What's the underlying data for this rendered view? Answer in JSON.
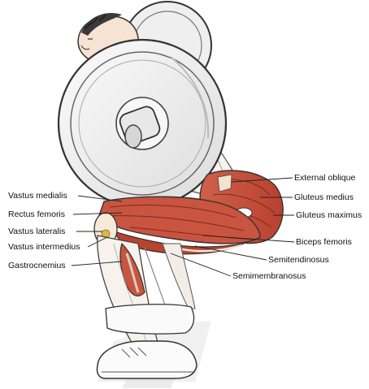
{
  "labels": {
    "left": [
      {
        "text": "Vastus medialis"
      },
      {
        "text": "Rectus femoris"
      },
      {
        "text": "Vastus lateralis"
      },
      {
        "text": "Vastus intermedius"
      },
      {
        "text": "Gastrocnemius"
      }
    ],
    "right": [
      {
        "text": "External oblique"
      },
      {
        "text": "Gluteus medius"
      },
      {
        "text": "Gluteus maximus"
      },
      {
        "text": "Biceps femoris"
      },
      {
        "text": "Semitendinosus"
      },
      {
        "text": "Semimembranosus"
      }
    ]
  },
  "colors": {
    "muscle_red": "#c9543f",
    "muscle_dark": "#9e3426",
    "outline": "#2a2a2a",
    "plate_fill": "#f4f4f4",
    "sketch": "#8a8a8a",
    "skin": "#f3d9c4",
    "tendon": "#f2e6d4"
  }
}
